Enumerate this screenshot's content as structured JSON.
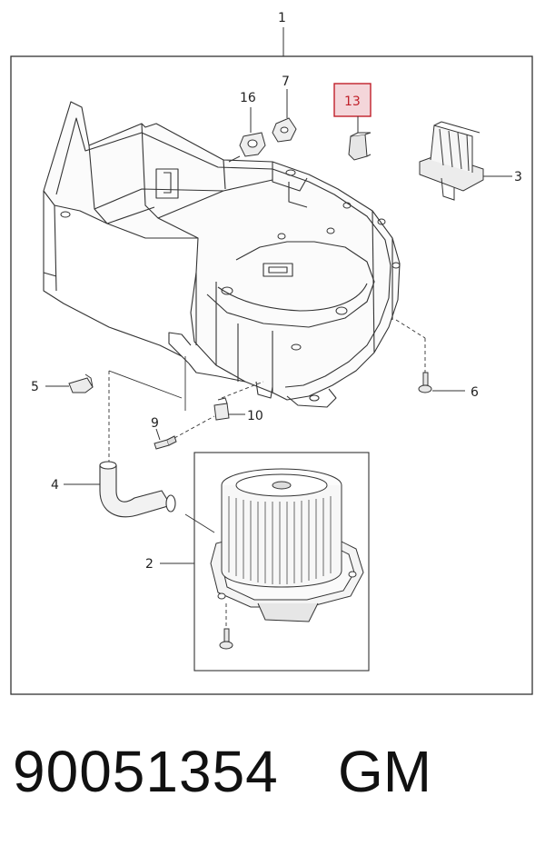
{
  "diagram": {
    "callouts": {
      "c1": "1",
      "c2": "2",
      "c3": "3",
      "c4": "4",
      "c5": "5",
      "c6": "6",
      "c7": "7",
      "c9": "9",
      "c10": "10",
      "c13": "13",
      "c16": "16"
    },
    "highlight_color": "#c0202a",
    "highlight_fill": "#f4d6da"
  },
  "footer": {
    "part_number": "90051354",
    "brand": "GM"
  }
}
